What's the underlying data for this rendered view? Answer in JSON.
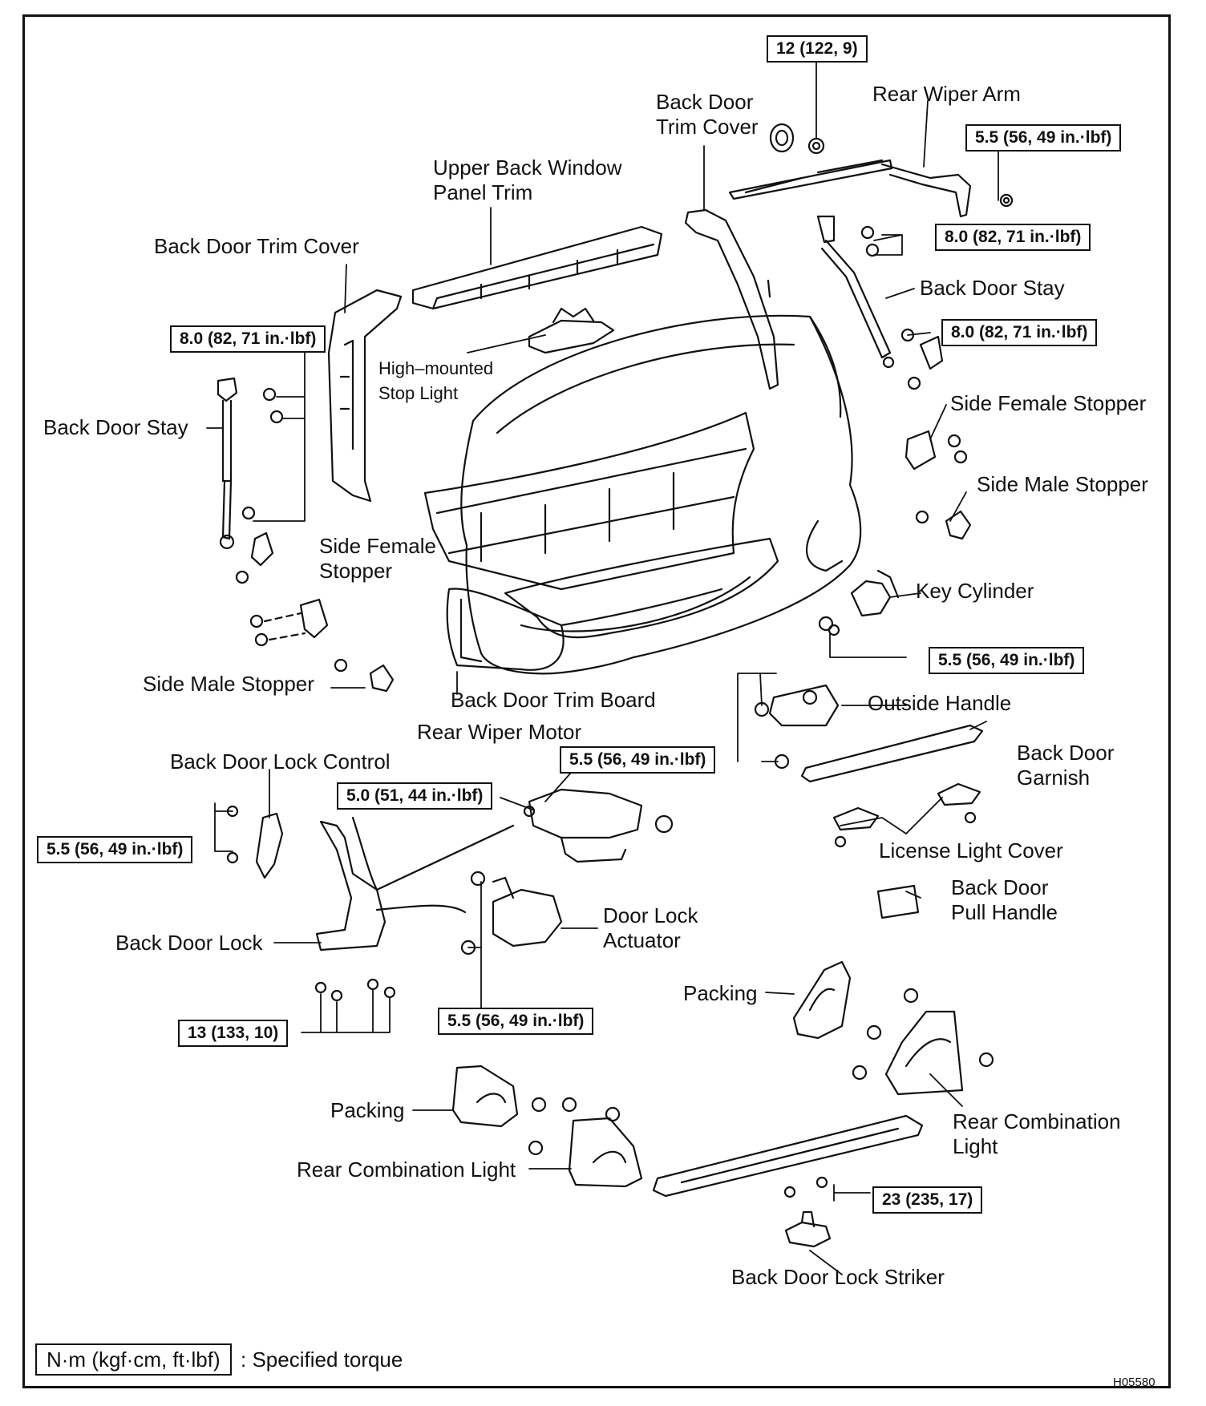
{
  "labels": {
    "trim_cover_top": "Back Door\nTrim Cover",
    "rear_wiper_arm": "Rear Wiper Arm",
    "upper_back_window": "Upper Back Window\nPanel Trim",
    "trim_cover_left": "Back Door Trim Cover",
    "back_door_stay_right": "Back Door Stay",
    "high_mounted": "High–mounted\nStop Light",
    "back_door_stay_left": "Back Door Stay",
    "side_female_right": "Side Female Stopper",
    "side_male_right": "Side Male Stopper",
    "side_female_left": "Side Female\nStopper",
    "key_cylinder": "Key Cylinder",
    "side_male_left": "Side Male Stopper",
    "trim_board": "Back Door Trim Board",
    "outside_handle": "Outside Handle",
    "rear_wiper_motor": "Rear Wiper Motor",
    "garnish": "Back Door\nGarnish",
    "lock_control": "Back Door Lock Control",
    "license_light": "License Light Cover",
    "pull_handle": "Back Door\nPull Handle",
    "door_lock_actuator": "Door Lock\nActuator",
    "back_door_lock": "Back Door Lock",
    "packing_right": "Packing",
    "packing_left": "Packing",
    "rear_combo_right": "Rear Combination\nLight",
    "rear_combo_left": "Rear Combination Light",
    "striker": "Back Door Lock Striker"
  },
  "torques": {
    "t_wiper_nut": "12 (122, 9)",
    "t_wiper_arm": "5.5 (56, 49 in.·lbf)",
    "t_stay_right_top": "8.0 (82, 71 in.·lbf)",
    "t_stay_left": "8.0 (82, 71 in.·lbf)",
    "t_stay_right_bottom": "8.0 (82, 71 in.·lbf)",
    "t_key_cylinder": "5.5 (56, 49 in.·lbf)",
    "t_outside_handle": "5.5 (56, 49 in.·lbf)",
    "t_wiper_motor": "5.0 (51, 44 in.·lbf)",
    "t_lock_control": "5.5 (56, 49 in.·lbf)",
    "t_actuator": "5.5 (56, 49 in.·lbf)",
    "t_back_door_lock": "13 (133, 10)",
    "t_striker": "23 (235, 17)"
  },
  "legend": {
    "unit": "N·m (kgf·cm, ft·lbf)",
    "text": ": Specified torque"
  },
  "figure_code": "H05580"
}
